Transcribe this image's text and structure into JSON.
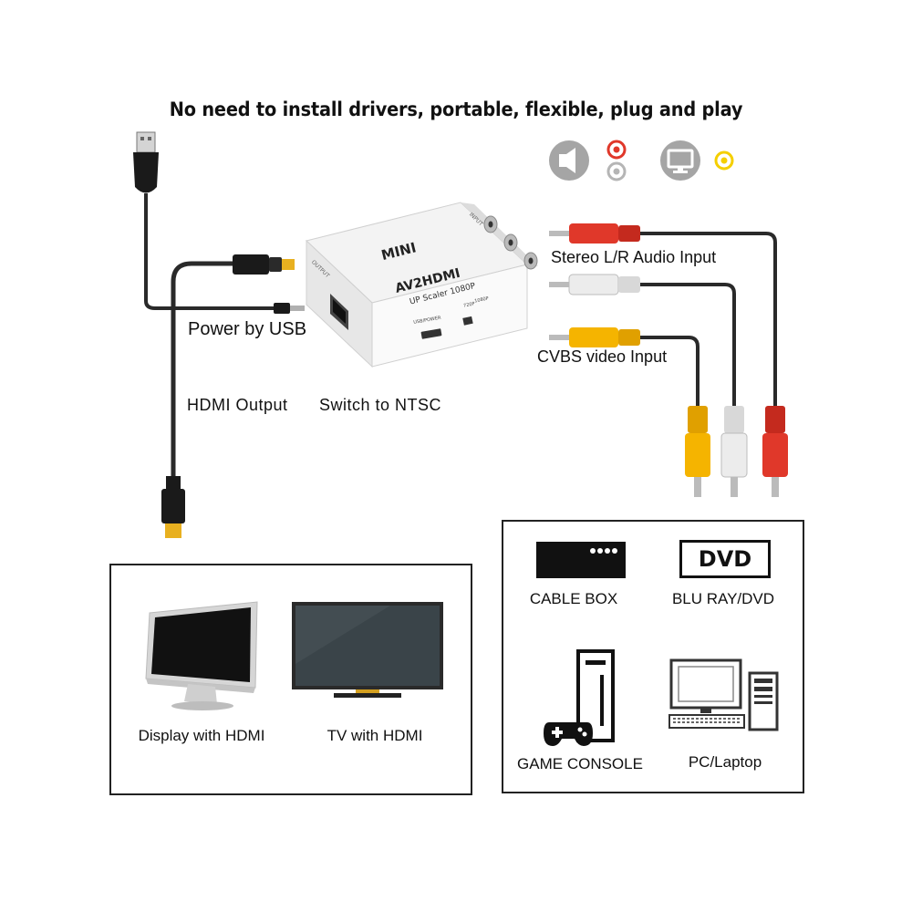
{
  "headline": "No need to install drivers, portable, flexible, plug and play",
  "device": {
    "brand": "MINI",
    "model": "AV2HDMI",
    "subtitle": "UP Scaler 1080P",
    "port_usb": "USB/POWER",
    "switch_720": "720P",
    "switch_1080": "1080P",
    "port_output": "OUTPUT",
    "port_input": "INPUT"
  },
  "labels": {
    "stereo_audio": "Stereo L/R Audio Input",
    "cvbs_video": "CVBS video Input",
    "power_usb": "Power by USB",
    "hdmi_output": "HDMI Output",
    "switch_ntsc": "Switch to NTSC"
  },
  "outputs": {
    "display": "Display with HDMI",
    "tv": "TV with HDMI"
  },
  "sources": {
    "cable_box": "CABLE BOX",
    "dvd_badge": "DVD",
    "bluray": "BLU RAY/DVD",
    "game_console": "GAME CONSOLE",
    "pc": "PC/Laptop"
  },
  "colors": {
    "red": "#e0382a",
    "white": "#f2f2f2",
    "yellow": "#f5b400",
    "cable": "#2a2a2a",
    "gold": "#e8b020"
  },
  "icons": [
    "speaker-icon",
    "audio-jack-icon",
    "monitor-icon",
    "video-jack-icon"
  ]
}
